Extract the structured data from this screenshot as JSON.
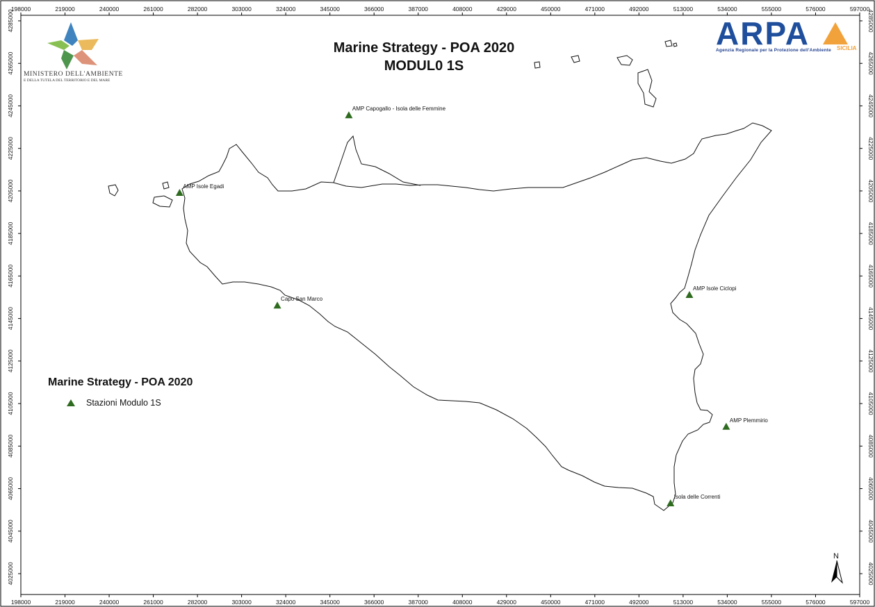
{
  "map": {
    "title_line1": "Marine Strategy - POA 2020",
    "title_line2": "MODUL0 1S",
    "x_ticks": [
      "198000",
      "219000",
      "240000",
      "261000",
      "282000",
      "303000",
      "324000",
      "345000",
      "366000",
      "387000",
      "408000",
      "429000",
      "450000",
      "471000",
      "492000",
      "513000",
      "534000",
      "555000",
      "576000",
      "597000"
    ],
    "y_ticks": [
      "4285000",
      "4265000",
      "4245000",
      "4225000",
      "4205000",
      "4185000",
      "4165000",
      "4145000",
      "4125000",
      "4105000",
      "4085000",
      "4065000",
      "4045000",
      "4025000"
    ],
    "x_range": [
      198000,
      597000
    ],
    "y_range": [
      4025000,
      4285000
    ],
    "stations": [
      {
        "label": "AMP Capogallo - Isola delle Femmine",
        "x": 354000,
        "y": 4240500
      },
      {
        "label": "AMP Isole Egadi",
        "x": 273500,
        "y": 4204000
      },
      {
        "label": "Capo San Marco",
        "x": 320000,
        "y": 4151000
      },
      {
        "label": "AMP Isole Ciclopi",
        "x": 516000,
        "y": 4156000
      },
      {
        "label": "AMP Plemmirio",
        "x": 533500,
        "y": 4094000
      },
      {
        "label": "Isola delle Correnti",
        "x": 507000,
        "y": 4058000
      }
    ],
    "station_color": "#2e6b1f"
  },
  "legend": {
    "title": "Marine Strategy - POA 2020",
    "item_label": "Stazioni Modulo 1S"
  },
  "logos": {
    "ministero_name": "MINISTERO DELL'AMBIENTE",
    "ministero_sub": "E DELLA TUTELA DEL TERRITORIO E DEL MARE",
    "arpa_text": "ARPA",
    "arpa_region": "SICILIA",
    "arpa_sub": "Agenzia Regionale per la Protezione dell'Ambiente"
  },
  "north_label": "N"
}
